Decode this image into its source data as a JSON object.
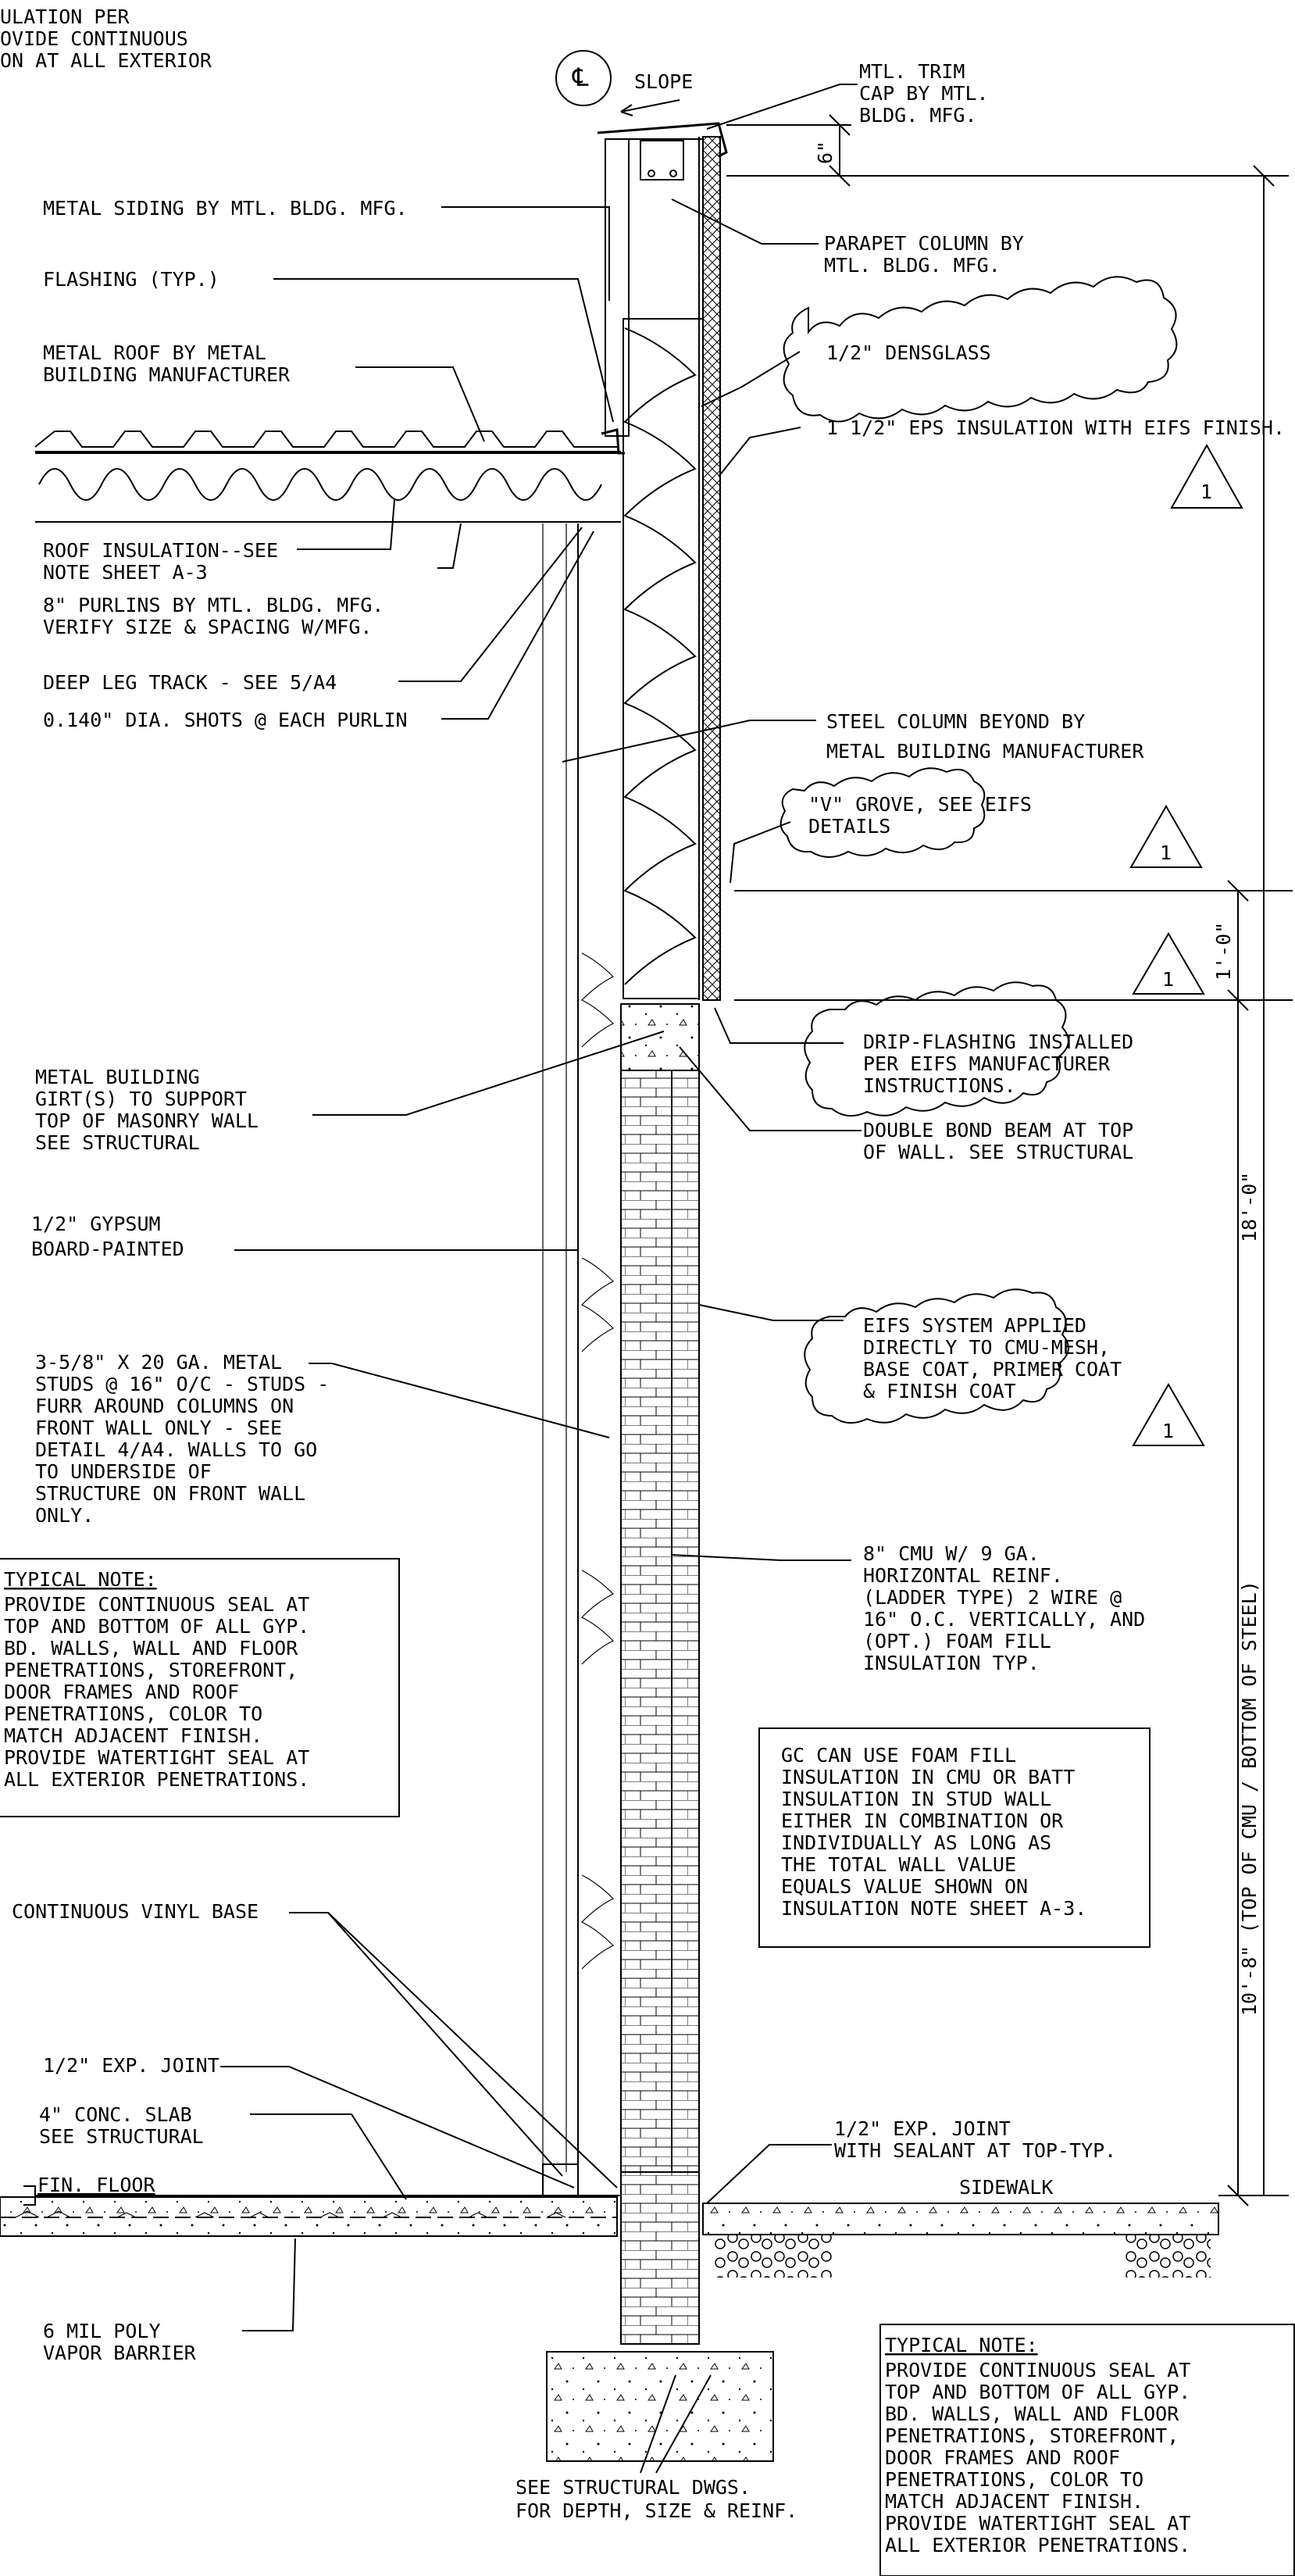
{
  "labels": {
    "top_left": [
      "ULATION PER",
      "OVIDE CONTINUOUS",
      "ON AT ALL EXTERIOR"
    ],
    "slope": "SLOPE",
    "centerline": "℄",
    "trim_cap": [
      "MTL. TRIM",
      "CAP BY MTL.",
      "BLDG. MFG."
    ],
    "dim_6": "6\"",
    "metal_siding": "METAL SIDING BY MTL. BLDG. MFG.",
    "parapet_column": [
      "PARAPET COLUMN BY",
      "MTL. BLDG. MFG."
    ],
    "flashing": "FLASHING (TYP.)",
    "metal_roof": [
      "METAL ROOF BY METAL",
      "BUILDING MANUFACTURER"
    ],
    "densglass": "1/2\" DENSGLASS",
    "eps_insulation": "1 1/2\" EPS INSULATION WITH EIFS FINISH.",
    "roof_insulation": [
      "ROOF INSULATION--SEE",
      "NOTE SHEET A-3"
    ],
    "purlins": [
      "8\" PURLINS BY MTL. BLDG. MFG.",
      "VERIFY SIZE & SPACING W/MFG."
    ],
    "deep_leg_track": "DEEP LEG TRACK - SEE 5/A4",
    "shots": "0.140\" DIA. SHOTS @ EACH PURLIN",
    "steel_column": [
      "STEEL COLUMN BEYOND BY",
      "METAL BUILDING MANUFACTURER"
    ],
    "v_grove": [
      "\"V\" GROVE, SEE EIFS",
      "DETAILS"
    ],
    "dim_1_0": "1'-0\"",
    "drip_flashing": [
      "DRIP-FLASHING INSTALLED",
      "PER EIFS MANUFACTURER",
      "INSTRUCTIONS."
    ],
    "girts": [
      "METAL BUILDING",
      "GIRT(S) TO SUPPORT",
      "TOP OF MASONRY WALL",
      "SEE STRUCTURAL"
    ],
    "bond_beam": [
      "DOUBLE BOND BEAM AT TOP",
      "OF WALL. SEE STRUCTURAL"
    ],
    "dim_18_0": "18'-0\"",
    "gypsum": [
      "1/2\" GYPSUM",
      "BOARD-PAINTED"
    ],
    "eifs_system": [
      "EIFS SYSTEM APPLIED",
      "DIRECTLY TO CMU-MESH,",
      "BASE COAT, PRIMER COAT",
      "& FINISH COAT"
    ],
    "studs": [
      "3-5/8\" X 20 GA. METAL",
      "STUDS @ 16\" O/C - STUDS -",
      "FURR AROUND COLUMNS ON",
      "FRONT WALL ONLY - SEE",
      "DETAIL 4/A4. WALLS TO GO",
      "TO UNDERSIDE OF",
      "STRUCTURE ON FRONT WALL",
      "ONLY."
    ],
    "dim_10_8": "10'-8\" (TOP OF CMU / BOTTOM OF STEEL)",
    "typical_note_title": "TYPICAL NOTE:",
    "typical_note_left": [
      "PROVIDE CONTINUOUS SEAL AT",
      "TOP AND BOTTOM OF ALL GYP.",
      "BD. WALLS, WALL AND FLOOR",
      "PENETRATIONS, STOREFRONT,",
      "DOOR FRAMES AND ROOF",
      "PENETRATIONS, COLOR TO",
      "MATCH ADJACENT FINISH.",
      "PROVIDE WATERTIGHT SEAL AT",
      "ALL EXTERIOR PENETRATIONS."
    ],
    "cmu": [
      "8\" CMU W/ 9 GA.",
      "HORIZONTAL REINF.",
      "(LADDER TYPE) 2 WIRE @",
      "16\" O.C. VERTICALLY, AND",
      "(OPT.) FOAM FILL",
      "INSULATION TYP."
    ],
    "gc_note": [
      "GC CAN USE FOAM FILL",
      "INSULATION IN CMU OR BATT",
      "INSULATION IN STUD WALL",
      "EITHER IN COMBINATION OR",
      "INDIVIDUALLY AS LONG AS",
      "THE TOTAL WALL VALUE",
      "EQUALS VALUE SHOWN ON",
      "INSULATION NOTE SHEET A-3."
    ],
    "vinyl_base": "CONTINUOUS VINYL BASE",
    "exp_joint": "1/2\" EXP. JOINT",
    "conc_slab": [
      "4\" CONC. SLAB",
      "SEE STRUCTURAL"
    ],
    "exp_joint_sealant": [
      "1/2\" EXP. JOINT",
      "WITH SEALANT AT TOP-TYP."
    ],
    "fin_floor": "FIN. FLOOR",
    "sidewalk": "SIDEWALK",
    "poly": [
      "6 MIL POLY",
      "VAPOR BARRIER"
    ],
    "structural_dwgs": [
      "SEE STRUCTURAL DWGS.",
      "FOR DEPTH, SIZE & REINF."
    ],
    "typical_note_right": [
      "PROVIDE CONTINUOUS SEAL AT",
      "TOP AND BOTTOM OF ALL GYP.",
      "BD. WALLS, WALL AND FLOOR",
      "PENETRATIONS, STOREFRONT,",
      "DOOR FRAMES AND ROOF",
      "PENETRATIONS, COLOR TO",
      "MATCH ADJACENT FINISH.",
      "PROVIDE WATERTIGHT SEAL AT",
      "ALL EXTERIOR PENETRATIONS."
    ],
    "revision": "1"
  }
}
